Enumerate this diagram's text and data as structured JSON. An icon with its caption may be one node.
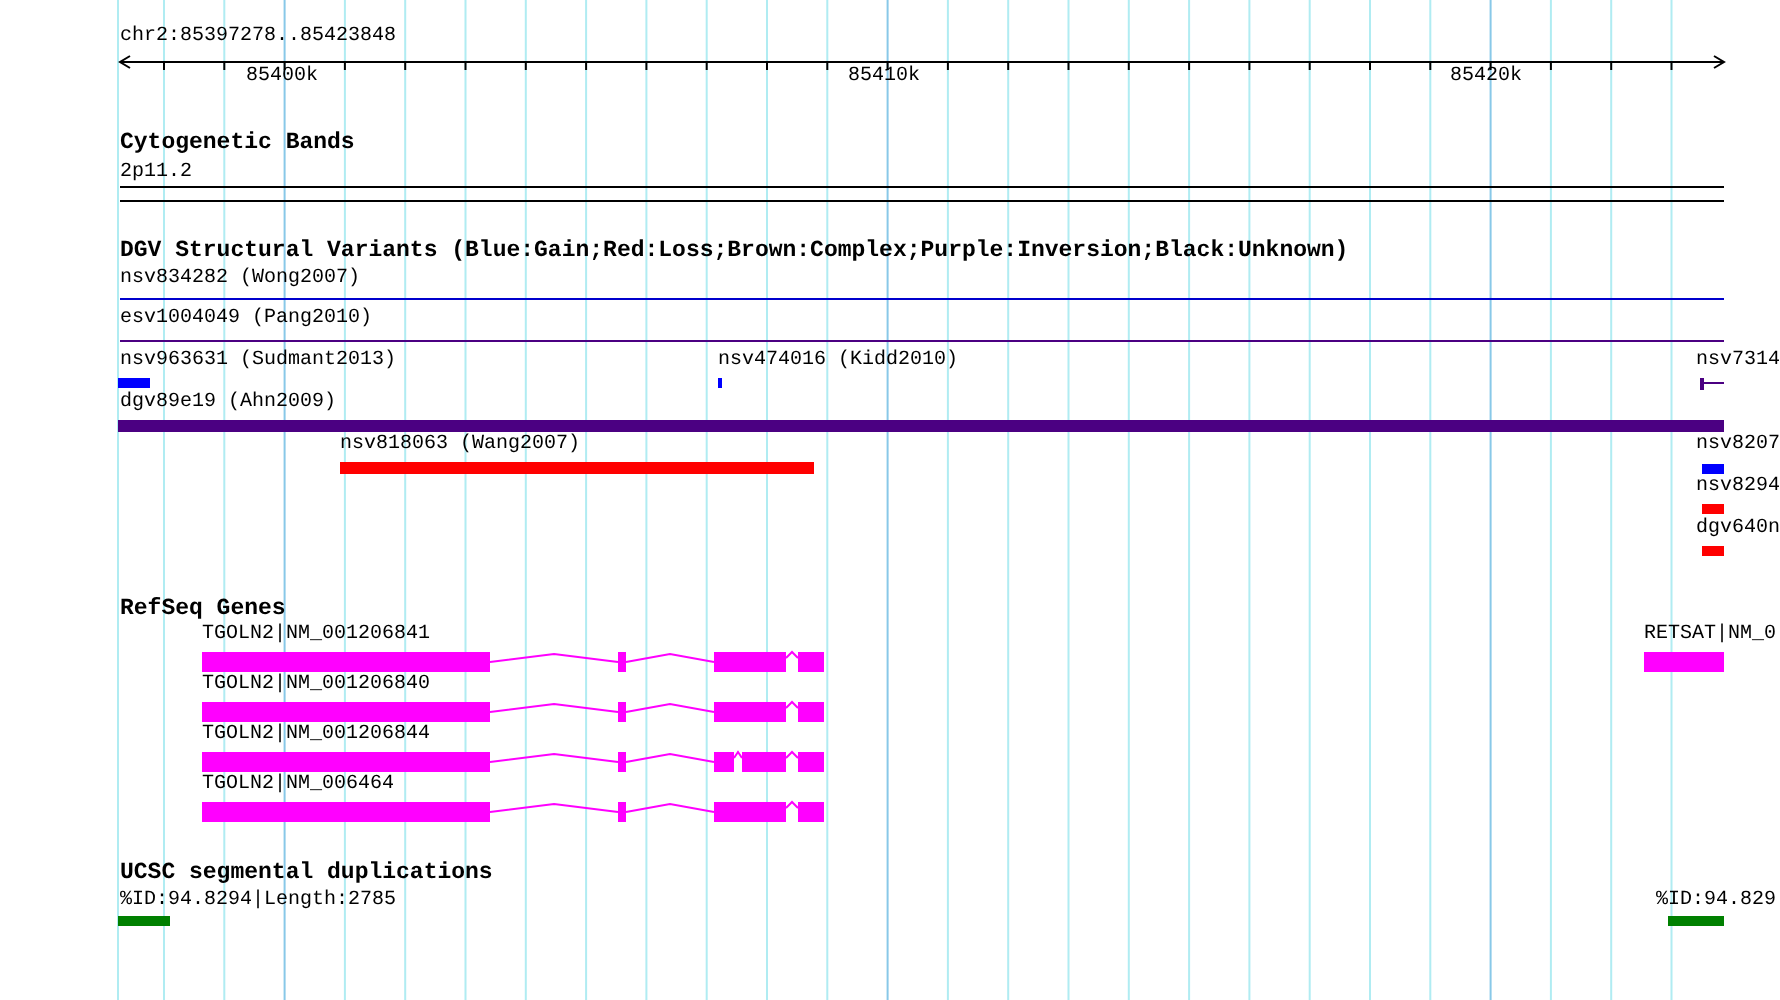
{
  "diagram": {
    "labels": [
      "chr2:85397278..85423848",
      "85400k",
      "85410k",
      "85420k",
      "Cytogenetic Bands",
      "2p11.2",
      "DGV Structural Variants (Blue:Gain;Red:Loss;Brown:Complex;Purple:Inversion;Black:Unknown)",
      "nsv834282 (Wong2007)",
      "esv1004049 (Pang2010)",
      "nsv963631 (Sudmant2013)",
      "nsv474016 (Kidd2010)",
      "nsv7314",
      "dgv89e19 (Ahn2009)",
      "nsv818063 (Wang2007)",
      "nsv8207",
      "nsv8294",
      "dgv640n",
      "RefSeq Genes",
      "TGOLN2|NM_001206841",
      "RETSAT|NM_0",
      "TGOLN2|NM_001206840",
      "TGOLN2|NM_001206844",
      "TGOLN2|NM_006464",
      "UCSC segmental duplications",
      "%ID:94.8294|Length:2785",
      "%ID:94.829"
    ]
  }
}
